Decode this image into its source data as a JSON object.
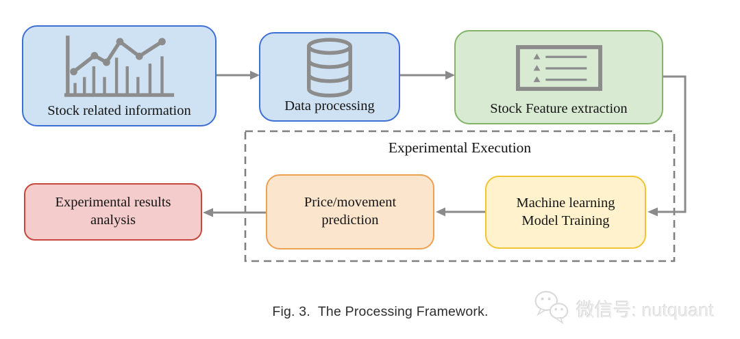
{
  "figure": {
    "caption": "Fig. 3.  The Processing Framework.",
    "group": {
      "label": "Experimental Execution"
    },
    "nodes": {
      "stock_info": {
        "label": "Stock related information",
        "icon": "bar-line-chart-icon"
      },
      "data_processing": {
        "label": "Data processing",
        "icon": "database-icon"
      },
      "feature_extraction": {
        "label": "Stock Feature extraction",
        "icon": "feature-list-icon"
      },
      "model_training": {
        "label": "Machine learning\nModel Training"
      },
      "prediction": {
        "label": "Price/movement\nprediction"
      },
      "results_analysis": {
        "label": "Experimental results\nanalysis"
      }
    },
    "watermark": {
      "text": "微信号: nutquant",
      "icon": "wechat-icon"
    },
    "palette": {
      "blue_fill": "#cfe2f3",
      "blue_border": "#3d6ed5",
      "green_fill": "#d9ead3",
      "green_border": "#82b366",
      "yellow_fill": "#fff2cc",
      "yellow_border": "#f1c232",
      "orange_fill": "#fce5cd",
      "orange_border": "#ee9f50",
      "red_fill": "#f4cccc",
      "red_border": "#c6463d",
      "connector_gray": "#8a8a8a",
      "dashed_gray": "#7f7f7f",
      "icon_gray": "#8c8c8c",
      "watermark_gray": "#d9d9d9"
    }
  }
}
